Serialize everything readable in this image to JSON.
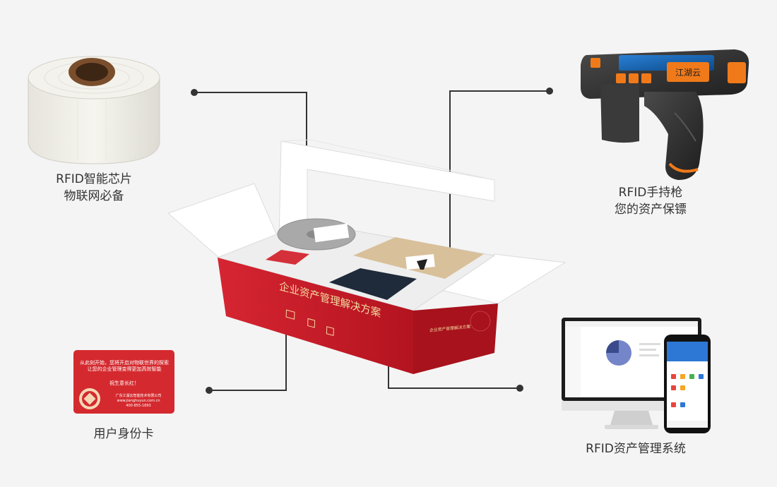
{
  "captions": {
    "rfid_tag": [
      "RFID智能芯片",
      "物联网必备"
    ],
    "handheld": [
      "RFID手持枪",
      "您的资产保镖"
    ],
    "id_card": "用户身份卡",
    "system": "RFID资产管理系统"
  },
  "box": {
    "title": "企业资产管理解决方案",
    "side_text": "企业资产管理解决方案"
  },
  "card": {
    "line1": "从此刻开始，您将开启对物联世界的探索",
    "line2": "让您的企业管理变得更加高效智能",
    "line3": "祝生意长红！",
    "company": "广东江湖云智能技术有限公司",
    "website": "www.jianghuyun.com.cn",
    "phone": "400-855-1893"
  },
  "scanner": {
    "brand": "江湖云"
  },
  "colors": {
    "background": "#f4f4f4",
    "box_red": "#c81e2a",
    "accent_orange": "#f07a1a",
    "leader_line": "#333333"
  },
  "icons": [
    "rfid-tag-roll-icon",
    "rfid-handheld-scanner-icon",
    "id-card-icon",
    "computer-phone-icon"
  ]
}
